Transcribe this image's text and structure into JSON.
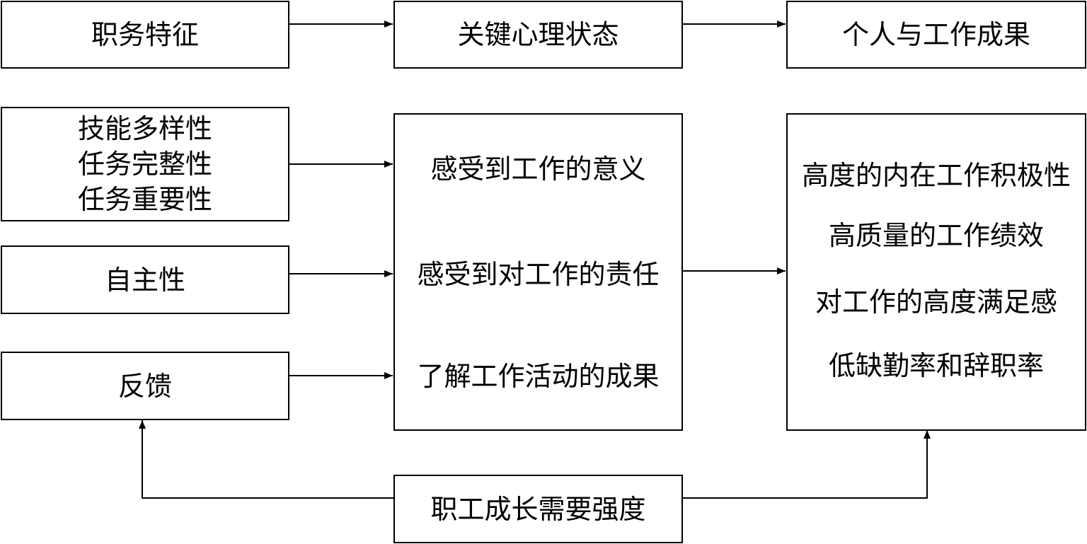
{
  "headers": {
    "job_characteristics": "职务特征",
    "critical_psychological_states": "关键心理状态",
    "personal_work_outcomes": "个人与工作成果"
  },
  "characteristics": {
    "group1": [
      "技能多样性",
      "任务完整性",
      "任务重要性"
    ],
    "autonomy": "自主性",
    "feedback": "反馈"
  },
  "psychological_states": [
    "感受到工作的意义",
    "感受到对工作的责任",
    "了解工作活动的成果"
  ],
  "outcomes": [
    "高度的内在工作积极性",
    "高质量的工作绩效",
    "对工作的高度满足感",
    "低缺勤率和辞职率"
  ],
  "moderator": "职工成长需要强度"
}
